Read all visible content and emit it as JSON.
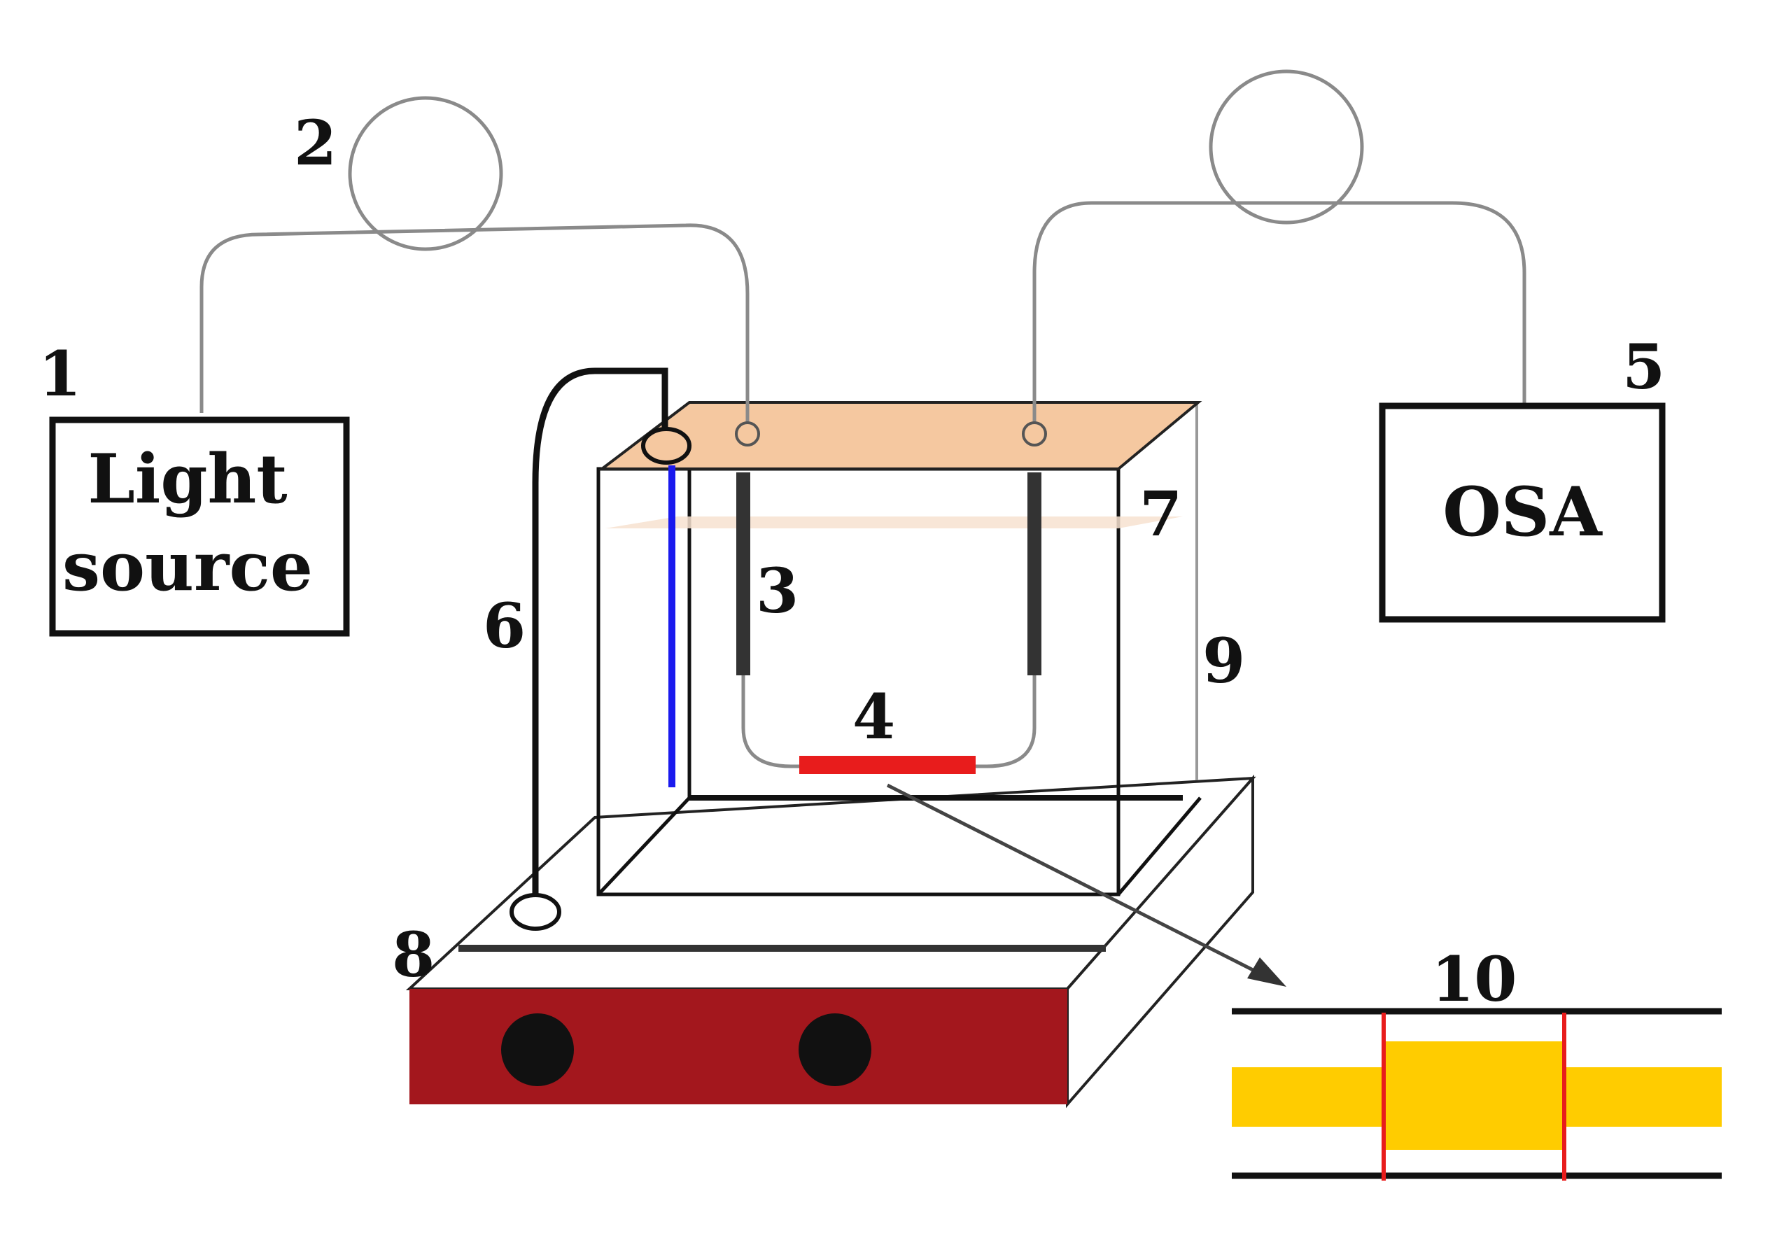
{
  "labels": {
    "n1": "1",
    "n2": "2",
    "n3": "3",
    "n4": "4",
    "n5": "5",
    "n6": "6",
    "n7": "7",
    "n8": "8",
    "n9": "9",
    "n10": "10"
  },
  "light_source": {
    "line1": "Light",
    "line2": "source"
  },
  "osa": {
    "label": "OSA"
  },
  "colors": {
    "lid": "#f5c8a0",
    "hotplate": "#a3171d",
    "sensor": "#e81c1c",
    "probe": "#1a1aee",
    "fiber_core": "#ffcc00",
    "fiber": "#8a8a8a",
    "outline": "#111111"
  }
}
